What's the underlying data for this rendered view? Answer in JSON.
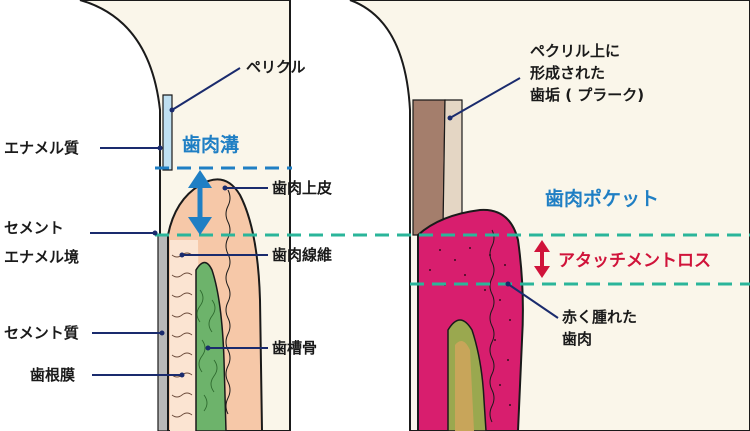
{
  "labels": {
    "pellicle": "ペリクル",
    "enamel": "エナメル質",
    "gingival_sulcus": "歯肉溝",
    "gingival_epithelium": "歯肉上皮",
    "cej_line1": "セメント",
    "cej_line2": "エナメル境",
    "gingival_fibers": "歯肉線維",
    "cementum": "セメント質",
    "alveolar_bone": "歯槽骨",
    "periodontal_ligament": "歯根膜",
    "plaque_line1": "ペクリル上に",
    "plaque_line2": "形成された",
    "plaque_line3": "歯垢 ( プラーク)",
    "periodontal_pocket": "歯肉ポケット",
    "attachment_loss": "アタッチメントロス",
    "swollen_line1": "赤く腫れた",
    "swollen_line2": "歯肉"
  },
  "colors": {
    "navy": "#1a2b6d",
    "blue_accent": "#1f7fc4",
    "red_accent": "#d0133a",
    "teal_dash": "#2ab59a",
    "gum_healthy": "#f6c8a8",
    "gum_inflamed": "#d81e6e",
    "bone_green": "#6db36b",
    "enamel_cream": "#faf6ea",
    "plaque_brown": "#a47e6c",
    "pellicle_blue": "#bfe0f2"
  },
  "icons": [
    "double-arrow-icon"
  ]
}
